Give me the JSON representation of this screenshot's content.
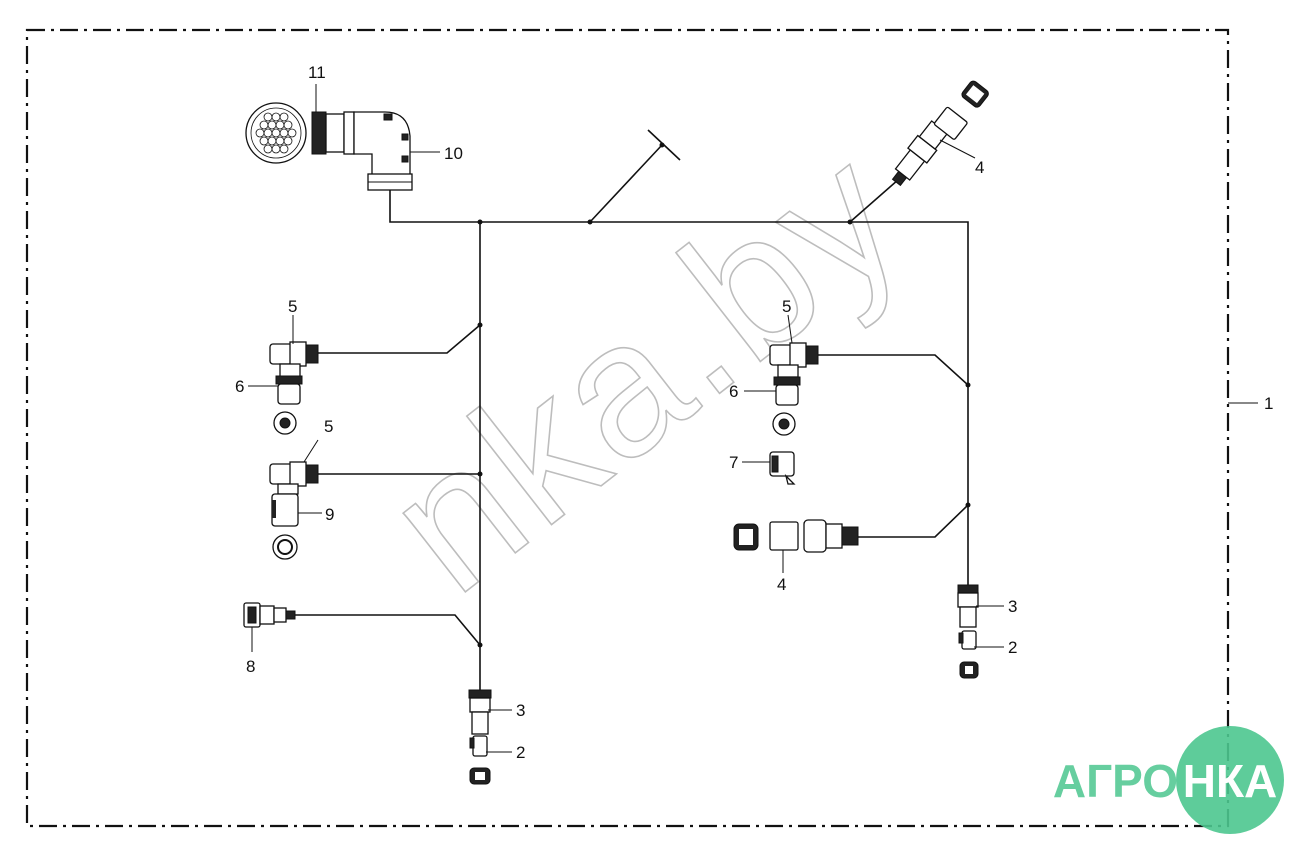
{
  "callouts": {
    "c1": "1",
    "c2a": "2",
    "c2b": "2",
    "c3a": "3",
    "c3b": "3",
    "c4a": "4",
    "c4b": "4",
    "c5a": "5",
    "c5b": "5",
    "c5c": "5",
    "c6a": "6",
    "c6b": "6",
    "c7": "7",
    "c8": "8",
    "c9": "9",
    "c10": "10",
    "c11": "11"
  },
  "watermark": {
    "text": "nka.by"
  },
  "logo": {
    "left": "АГРО",
    "right": "НКА"
  },
  "colors": {
    "line": "#111111",
    "logo_green": "#4cc68f",
    "watermark": "#bdbdbd"
  }
}
